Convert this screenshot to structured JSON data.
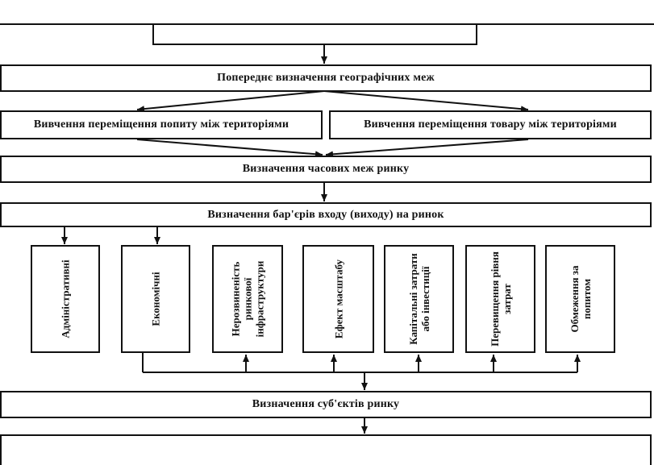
{
  "step_geo": "Попереднє визначення географічних меж",
  "step_demand": "Вивчення переміщення попиту між територіями",
  "step_goods": "Вивчення переміщення товару між територіями",
  "step_time": "Визначення часових меж ринку",
  "step_barriers": "Визначення бар'єрів входу (виходу) на ринок",
  "barriers": [
    "Адміністративні",
    "Економічні",
    "Нерозвиненість ринкової інфраструктури",
    "Ефект масштабу",
    "Капітальні затрати або інвестиції",
    "Перевищення рівня затрат",
    "Обмеження за попитом"
  ],
  "step_subjects": "Визначення суб'єктів ринку",
  "bottom_box_text": ""
}
